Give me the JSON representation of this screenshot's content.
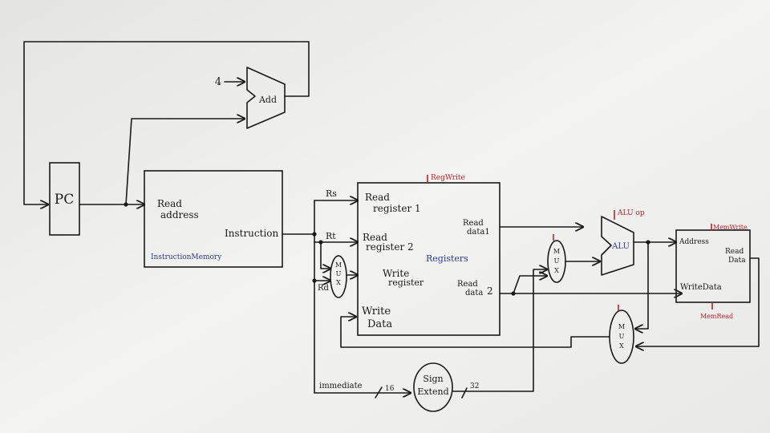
{
  "diagram": {
    "pc_label": "PC",
    "add_label": "Add",
    "add_const": "4",
    "imem": {
      "read": "Read",
      "address": "address",
      "instruction": "Instruction",
      "name": "InstructionMemory"
    },
    "fields": {
      "rs": "Rs",
      "rt": "Rt",
      "rd": "Rd",
      "immediate": "immediate"
    },
    "mux_label": "MUX",
    "registers": {
      "read": "Read",
      "register1": "register 1",
      "register2": "register 2",
      "write": "Write",
      "register": "register",
      "data": "Data",
      "data1": "data1",
      "data2": "data",
      "two": "2",
      "name": "Registers",
      "regwrite": "RegWrite"
    },
    "sign_extend": {
      "sign": "Sign",
      "extend": "Extend",
      "in_bits": "16",
      "out_bits": "32"
    },
    "alu": {
      "label": "ALU",
      "op": "ALU op"
    },
    "dmem": {
      "address": "Address",
      "read": "Read",
      "data": "Data",
      "write_data": "WriteData",
      "memwrite": "MemWrite",
      "memread": "MemRead"
    },
    "colors": {
      "paper": "#f2f2f0",
      "ink": "#1a1a1a",
      "blue_ink": "#2b3a8f",
      "red_ink": "#c0202a"
    }
  }
}
